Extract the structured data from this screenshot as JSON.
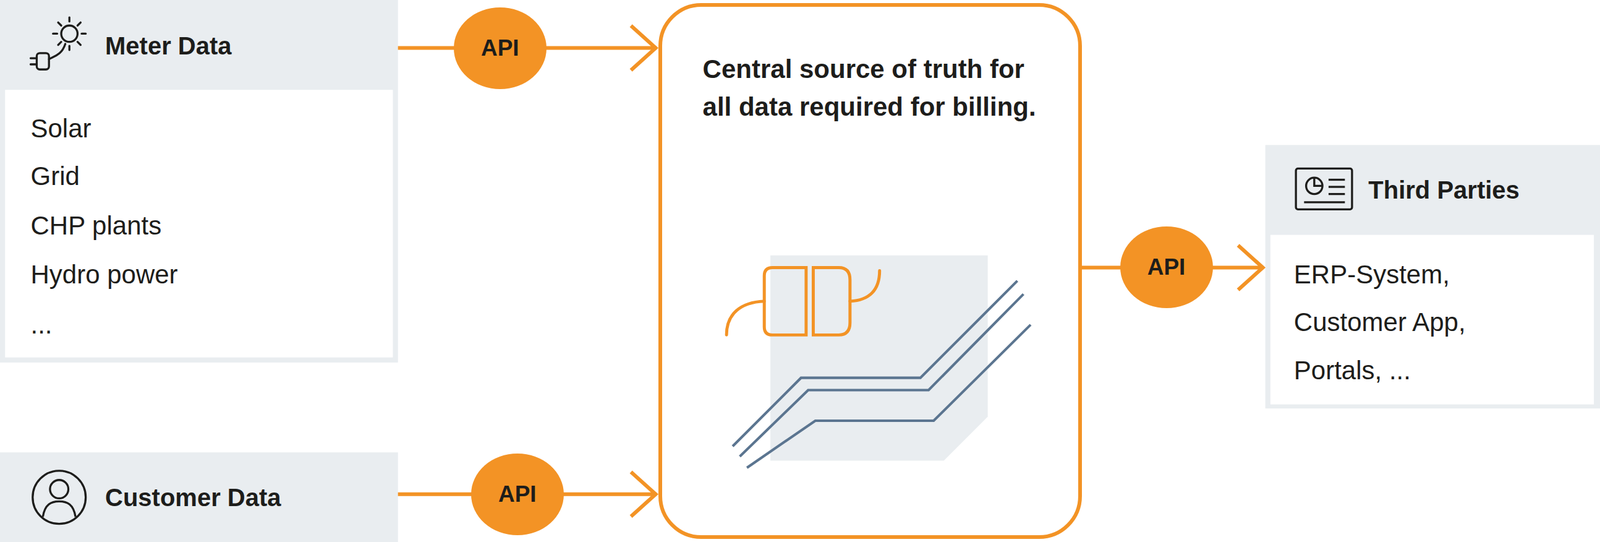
{
  "diagram": {
    "nodes": [
      {
        "text": [
          "Meter Data",
          "Solar",
          "Grid",
          "CHP plants",
          "Hydro power",
          "..."
        ]
      },
      {
        "text": [
          "Customer Data"
        ]
      },
      {
        "text": [
          "Central source of truth for all data required for billing."
        ]
      },
      {
        "text": [
          "Third Parties",
          "ERP-System,",
          "Customer App,",
          "Portals, ..."
        ]
      }
    ],
    "edges": [
      {
        "from": 0,
        "to": 2,
        "arrow": "to",
        "label": "API"
      },
      {
        "from": 1,
        "to": 2,
        "arrow": "to",
        "label": "API"
      },
      {
        "from": 2,
        "to": 3,
        "arrow": "to",
        "label": "API"
      }
    ]
  }
}
